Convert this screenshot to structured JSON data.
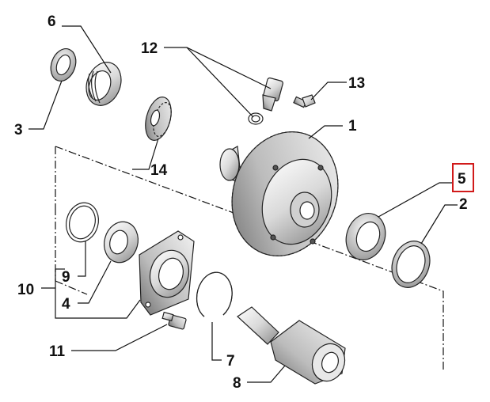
{
  "callouts": {
    "c1": "1",
    "c2": "2",
    "c3": "3",
    "c4": "4",
    "c5": "5",
    "c6": "6",
    "c7": "7",
    "c8": "8",
    "c9": "9",
    "c10": "10",
    "c11": "11",
    "c12": "12",
    "c13": "13",
    "c14": "14"
  },
  "highlighted_callout": "5",
  "highlight_color": "#d11a1a"
}
